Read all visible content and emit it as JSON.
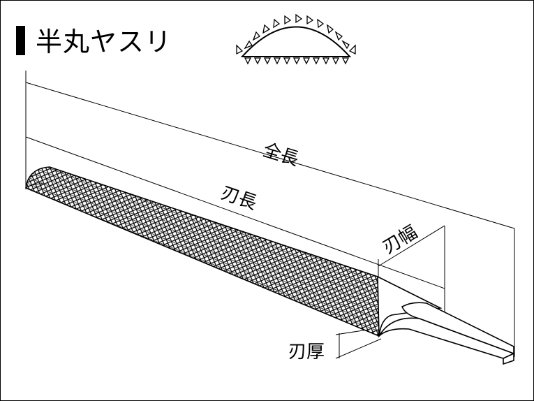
{
  "title": "半丸ヤスリ",
  "labels": {
    "overall_length": "全長",
    "blade_length": "刃長",
    "blade_width": "刃幅",
    "blade_thickness": "刃厚"
  },
  "colors": {
    "line": "#000000",
    "background": "#ffffff"
  },
  "icons": {
    "title_marker": "black-bar-marker",
    "cross_section": "half-round-cross-section-icon"
  }
}
